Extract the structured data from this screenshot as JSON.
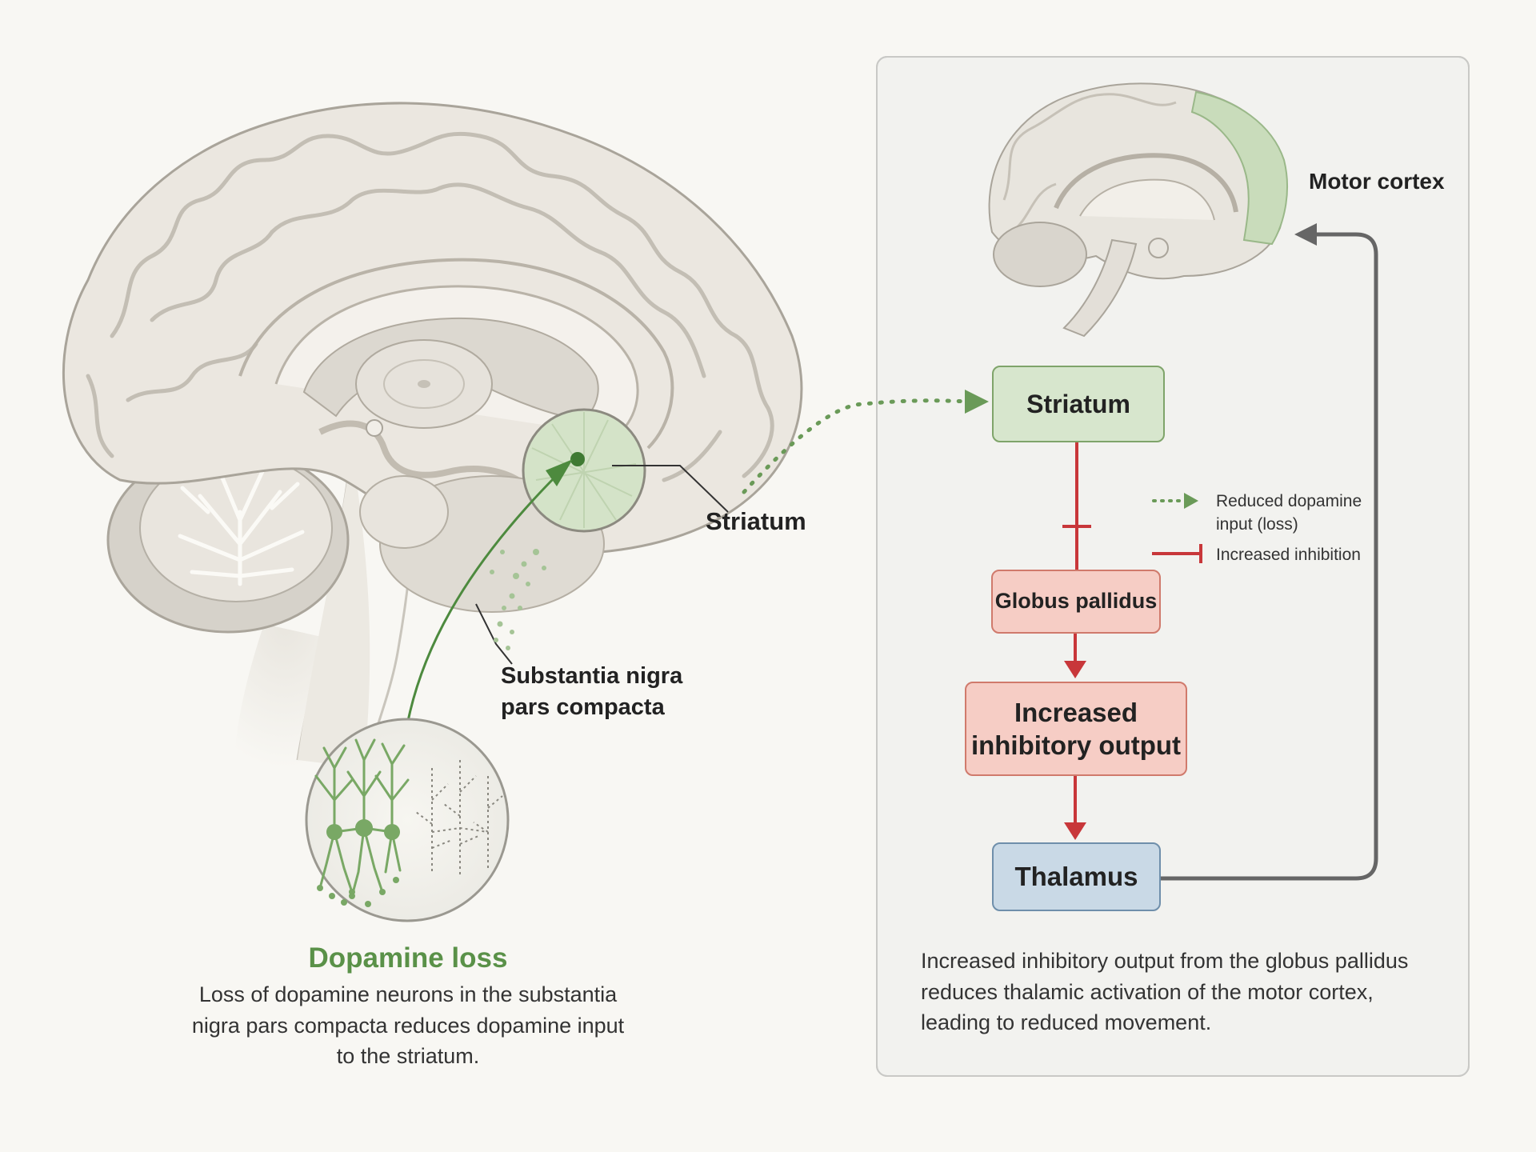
{
  "labels": {
    "motor_cortex": "Motor cortex",
    "striatum_brain": "Striatum",
    "snpc": "Substantia nigra pars compacta",
    "dopamine_loss_title": "Dopamine loss",
    "dopamine_loss_desc": "Loss of dopamine neurons in the substantia nigra pars compacta reduces dopamine input to the striatum."
  },
  "flow": {
    "striatum": "Striatum",
    "globus_pallidus": "Globus pallidus",
    "increased_inhibitory_output": "Increased inhibitory output",
    "thalamus": "Thalamus"
  },
  "legend": {
    "reduced_dopamine": "Reduced dopamine input (loss)",
    "increased_inhibition": "Increased inhibition"
  },
  "caption": "Increased inhibitory output from the globus pallidus reduces thalamic activation of the motor cortex, leading to reduced movement.",
  "colors": {
    "dopamine_green": "#5a9148",
    "inhibition_red": "#c8373a",
    "arrow_gray": "#666666",
    "thalamus_blue": "#c9d9e6"
  }
}
